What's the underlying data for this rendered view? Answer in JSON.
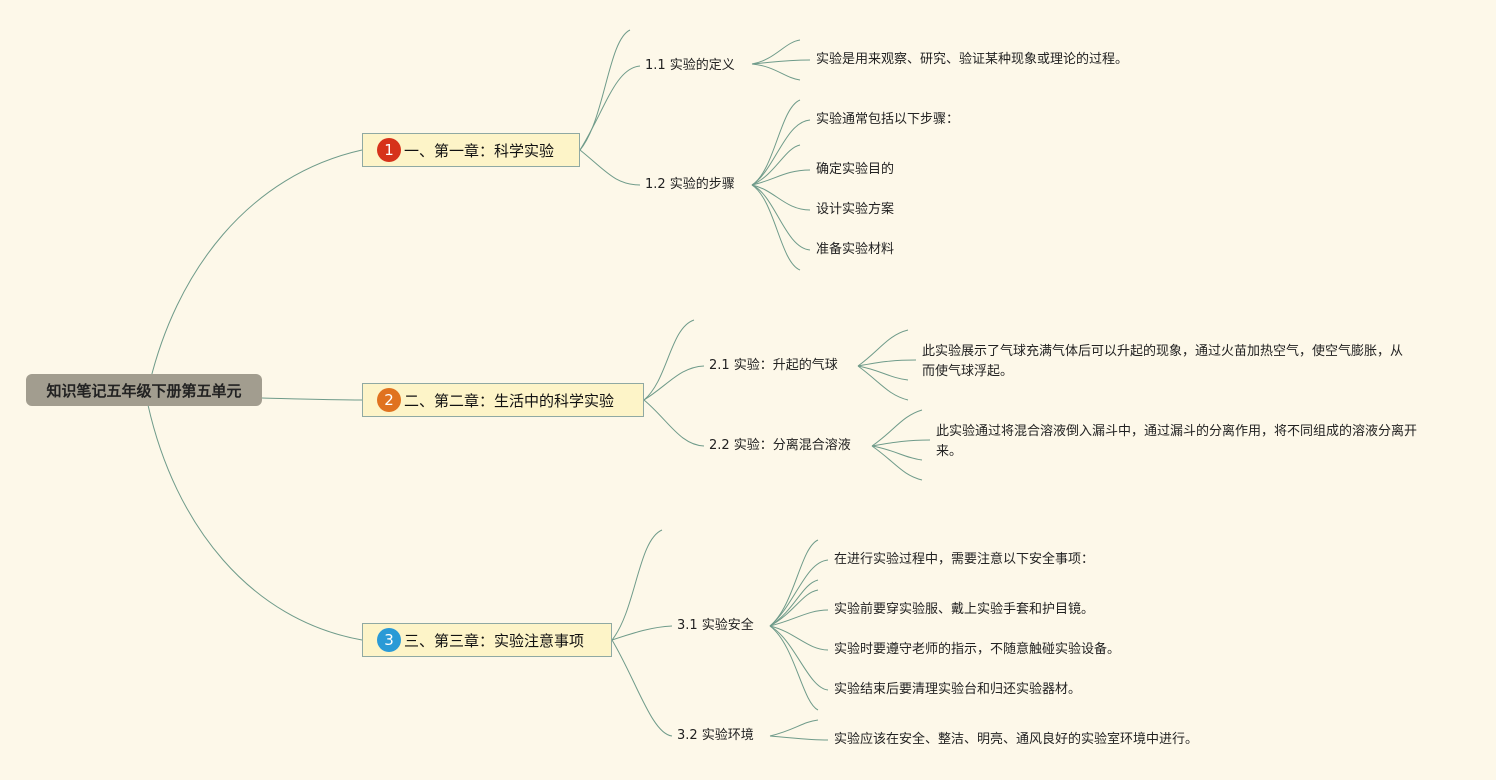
{
  "root": {
    "label": "知识笔记五年级下册第五单元"
  },
  "colors": {
    "badge1": "#d6321a",
    "badge2": "#e0721f",
    "badge3": "#2a9ad6",
    "link": "#6f9b8a",
    "background": "#fdf8e9"
  },
  "chapters": [
    {
      "badge": "1",
      "label": "一、第一章：科学实验",
      "subs": [
        {
          "label": "1.1 实验的定义",
          "leaves": [
            "实验是用来观察、研究、验证某种现象或理论的过程。"
          ]
        },
        {
          "label": "1.2 实验的步骤",
          "leaves": [
            "实验通常包括以下步骤：",
            "确定实验目的",
            "设计实验方案",
            "准备实验材料"
          ]
        }
      ]
    },
    {
      "badge": "2",
      "label": "二、第二章：生活中的科学实验",
      "subs": [
        {
          "label": "2.1 实验：升起的气球",
          "leaves": [
            "此实验展示了气球充满气体后可以升起的现象，通过火苗加热空气，使空气膨胀，从而使气球浮起。"
          ]
        },
        {
          "label": "2.2 实验：分离混合溶液",
          "leaves": [
            "此实验通过将混合溶液倒入漏斗中，通过漏斗的分离作用，将不同组成的溶液分离开来。"
          ]
        }
      ]
    },
    {
      "badge": "3",
      "label": "三、第三章：实验注意事项",
      "subs": [
        {
          "label": "3.1 实验安全",
          "leaves": [
            "在进行实验过程中，需要注意以下安全事项：",
            "实验前要穿实验服、戴上实验手套和护目镜。",
            "实验时要遵守老师的指示，不随意触碰实验设备。",
            "实验结束后要清理实验台和归还实验器材。"
          ]
        },
        {
          "label": "3.2 实验环境",
          "leaves": [
            "实验应该在安全、整洁、明亮、通风良好的实验室环境中进行。"
          ]
        }
      ]
    }
  ]
}
